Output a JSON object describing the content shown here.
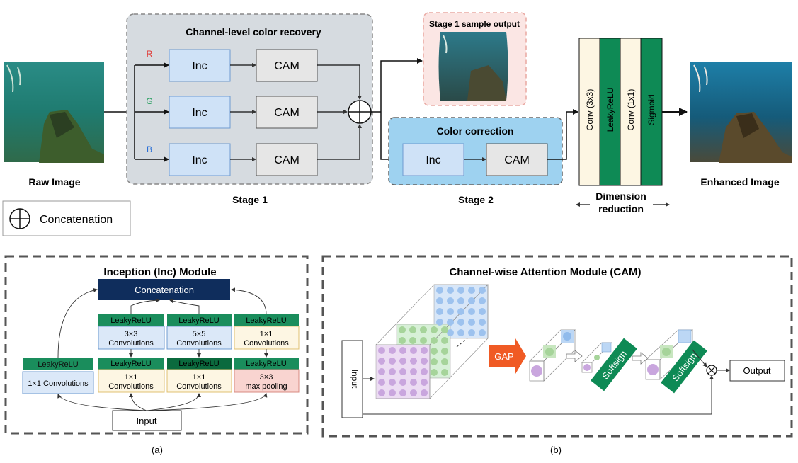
{
  "top": {
    "raw_image_label": "Raw Image",
    "enhanced_image_label": "Enhanced Image",
    "stage1": {
      "title": "Channel-level color recovery",
      "label": "Stage 1",
      "channels": [
        {
          "letter": "R",
          "color": "#e0332f",
          "inc": "Inc",
          "cam": "CAM"
        },
        {
          "letter": "G",
          "color": "#1e9b58",
          "inc": "Inc",
          "cam": "CAM"
        },
        {
          "letter": "B",
          "color": "#2a6fd6",
          "inc": "Inc",
          "cam": "CAM"
        }
      ]
    },
    "sample_output": {
      "title": "Stage 1 sample output"
    },
    "stage2": {
      "title": "Color correction",
      "label": "Stage 2",
      "inc": "Inc",
      "cam": "CAM"
    },
    "dimension_reduction": {
      "layers": [
        "Conv (3x3)",
        "LeakyReLU",
        "Conv (1x1)",
        "Sigmoid"
      ],
      "label_line1": "Dimension",
      "label_line2": "reduction"
    },
    "legend": {
      "label": "Concatenation"
    }
  },
  "inception": {
    "title": "Inception (Inc) Module",
    "concat": "Concatenation",
    "branch1": {
      "act": "LeakyReLU",
      "conv": "1×1 Convolutions"
    },
    "branch2": {
      "act_top": "LeakyReLU",
      "conv_top_1": "3×3",
      "conv_top_2": "Convolutions",
      "act_bot": "LeakyReLU",
      "conv_bot_1": "1×1",
      "conv_bot_2": "Convolutions"
    },
    "branch3": {
      "act_top": "LeakyReLU",
      "conv_top_1": "5×5",
      "conv_top_2": "Convolutions",
      "act_bot": "LeakyReLU",
      "conv_bot_1": "1×1",
      "conv_bot_2": "Convolutions"
    },
    "branch4": {
      "act_top": "LeakyReLU",
      "conv_top_1": "1×1",
      "conv_top_2": "Convolutions",
      "act_bot": "LeakyReLU",
      "conv_bot_1": "3×3",
      "conv_bot_2": "max pooling"
    },
    "input": "Input",
    "caption": "(a)"
  },
  "cam": {
    "title": "Channel-wise Attention Module (CAM)",
    "input": "Input",
    "gap": "GAP",
    "softsign_1": "Softsign",
    "softsign_2": "Softsign",
    "output": "Output",
    "caption": "(b)"
  }
}
